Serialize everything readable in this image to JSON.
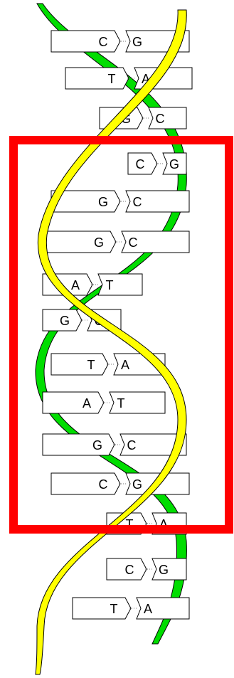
{
  "colors": {
    "strand_front": "#ffff00",
    "strand_back": "#00dd00",
    "outline": "#000000",
    "highlight_box": "#ff0000",
    "background": "#ffffff"
  },
  "base_pairs": [
    {
      "left": "C",
      "right": "G"
    },
    {
      "left": "T",
      "right": "A"
    },
    {
      "left": "G",
      "right": "C"
    },
    {
      "left": "C",
      "right": "G"
    },
    {
      "left": "G",
      "right": "C"
    },
    {
      "left": "G",
      "right": "C"
    },
    {
      "left": "A",
      "right": "T"
    },
    {
      "left": "G",
      "right": "C"
    },
    {
      "left": "T",
      "right": "A"
    },
    {
      "left": "A",
      "right": "T"
    },
    {
      "left": "G",
      "right": "C"
    },
    {
      "left": "C",
      "right": "G"
    },
    {
      "left": "T",
      "right": "A"
    },
    {
      "left": "C",
      "right": "G"
    },
    {
      "left": "T",
      "right": "A"
    }
  ]
}
